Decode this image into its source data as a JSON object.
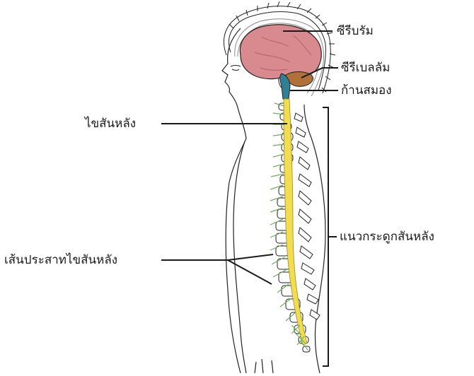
{
  "labels": {
    "cerebrum": "ซีรีบรัม",
    "cerebellum": "ซีรีเบลลัม",
    "brainstem": "ก้านสมอง",
    "spinal_cord": "ไขสันหลัง",
    "vertebral_column": "แนวกระดูกสันหลัง",
    "spinal_nerves": "เส้นประสาทไขสันหลัง"
  },
  "colors": {
    "cerebrum": "#d98a8f",
    "cerebrum_shadow": "#c16d74",
    "cerebellum": "#b0703a",
    "brainstem": "#2f7f96",
    "spinal_cord": "#f2dc4f",
    "nerves": "#6fae5c",
    "outline": "#222222",
    "leader": "#1a1a1a"
  }
}
